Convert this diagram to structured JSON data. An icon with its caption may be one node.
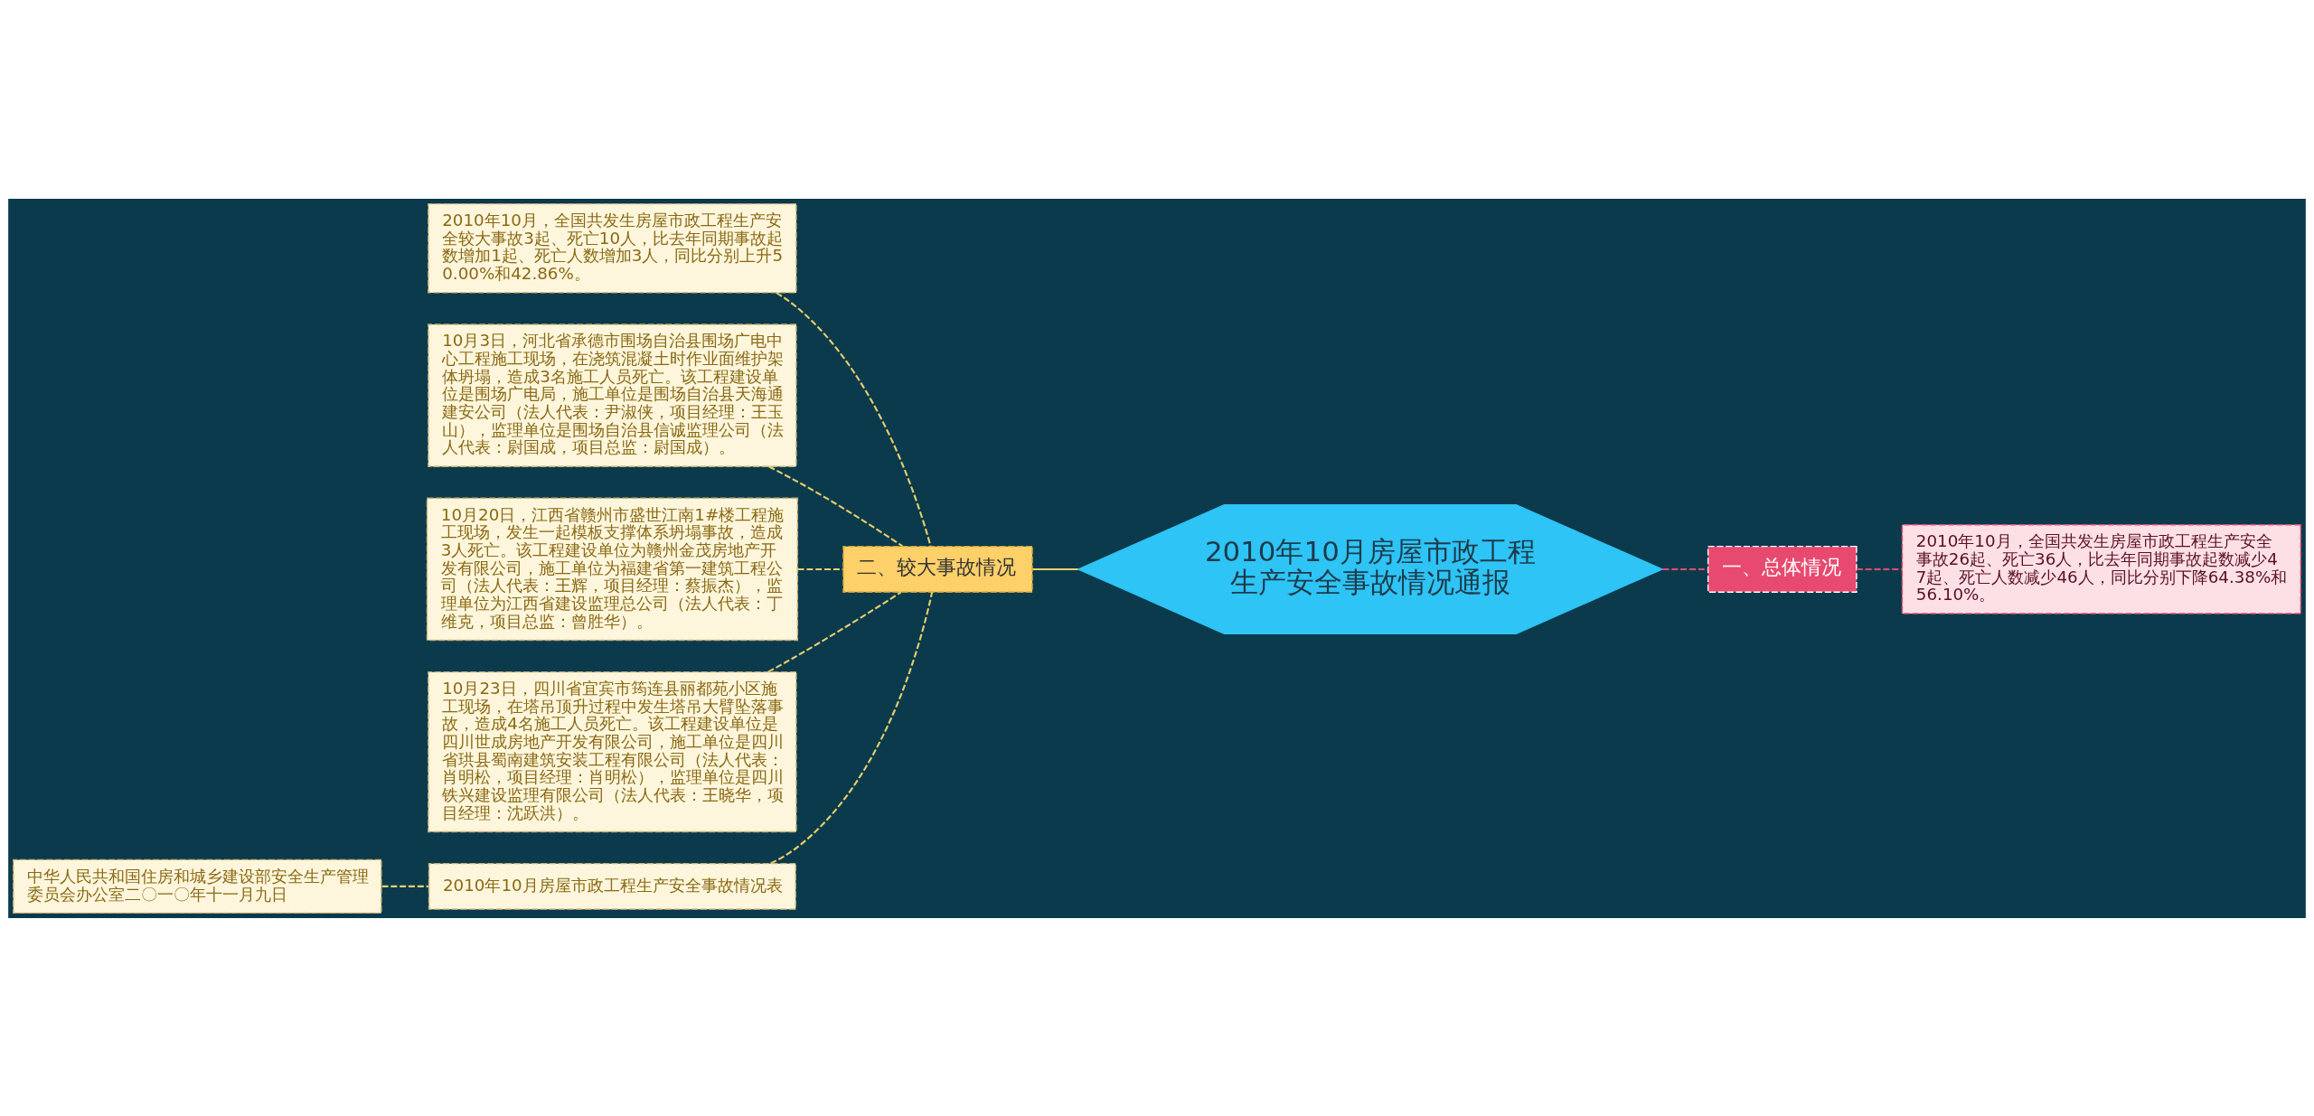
{
  "diagram": {
    "nodes": [
      {
        "text": [
          "2010年10月房屋市政工程生产安全事故情况通报"
        ]
      },
      {
        "text": [
          "一、总体情况"
        ]
      },
      {
        "text": [
          "2010年10月，全国共发生房屋市政工程生产安全事故26起、死亡36人，比去年同期事故起数减少47起、死亡人数减少46人，同比分别下降64.38%和56.10%。"
        ]
      },
      {
        "text": [
          "二、较大事故情况"
        ]
      },
      {
        "text": [
          "2010年10月，全国共发生房屋市政工程生产安全较大事故3起、死亡10人，比去年同期事故起数增加1起、死亡人数增加3人，同比分别上升50.00%和42.86%。"
        ]
      },
      {
        "text": [
          "10月3日，河北省承德市围场自治县围场广电中心工程施工现场，在浇筑混凝土时作业面维护架体坍塌，造成3名施工人员死亡。该工程建设单位是围场广电局，施工单位是围场自治县天海通建安公司（法人代表：尹淑侠，项目经理：王玉山），监理单位是围场自治县信诚监理公司（法人代表：尉国成，项目总监：尉国成）。"
        ]
      },
      {
        "text": [
          "10月20日，江西省赣州市盛世江南1#楼工程施工现场，发生一起模板支撑体系坍塌事故，造成3人死亡。该工程建设单位为赣州金茂房地产开发有限公司，施工单位为福建省第一建筑工程公司（法人代表：王辉，项目经理：蔡振杰），监理单位为江西省建设监理总公司（法人代表：丁维克，项目总监：曾胜华）。"
        ]
      },
      {
        "text": [
          "10月23日，四川省宜宾市筠连县丽都苑小区施工现场，在塔吊顶升过程中发生塔吊大臂坠落事故，造成4名施工人员死亡。该工程建设单位是四川世成房地产开发有限公司，施工单位是四川省珙县蜀南建筑安装工程有限公司（法人代表：肖明松，项目经理：肖明松），监理单位是四川铁兴建设监理有限公司（法人代表：王晓华，项目经理：沈跃洪）。"
        ]
      },
      {
        "text": [
          "2010年10月房屋市政工程生产安全事故情况表"
        ]
      },
      {
        "text": [
          "中华人民共和国住房和城乡建设部安全生产管理委员会办公室二〇一〇年十一月九日"
        ]
      }
    ],
    "edges": [
      {
        "from": 3,
        "to": 0,
        "arrow": "none"
      },
      {
        "from": 0,
        "to": 1,
        "arrow": "none",
        "style": "dashed",
        "color": "#e84a6f"
      },
      {
        "from": 1,
        "to": 2,
        "arrow": "none",
        "style": "dashed",
        "color": "#e84a6f"
      },
      {
        "from": 4,
        "to": 3,
        "arrow": "none",
        "style": "dashed"
      },
      {
        "from": 5,
        "to": 3,
        "arrow": "none",
        "style": "dashed"
      },
      {
        "from": 6,
        "to": 3,
        "arrow": "none",
        "style": "dashed"
      },
      {
        "from": 7,
        "to": 3,
        "arrow": "none",
        "style": "dashed"
      },
      {
        "from": 8,
        "to": 3,
        "arrow": "none",
        "style": "dashed"
      },
      {
        "from": 9,
        "to": 8,
        "arrow": "none",
        "style": "dashed"
      }
    ]
  }
}
